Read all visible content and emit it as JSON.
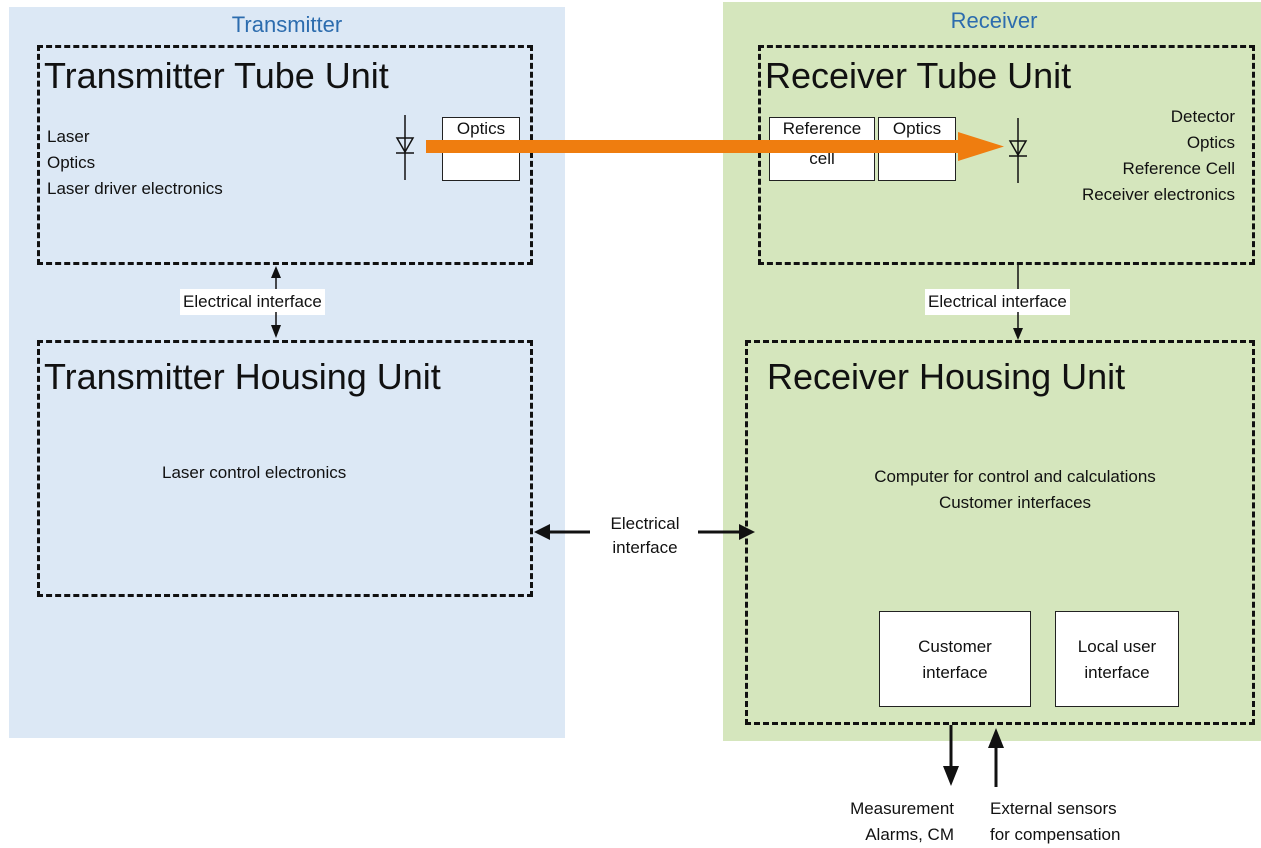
{
  "transmitter": {
    "title": "Transmitter",
    "tube_unit": {
      "title": "Transmitter Tube Unit",
      "components": [
        "Laser",
        "Optics",
        "Laser driver electronics"
      ],
      "optics_box": "Optics"
    },
    "interface_label": "Electrical interface",
    "housing_unit": {
      "title": "Transmitter Housing Unit",
      "components": [
        "Laser control electronics"
      ]
    }
  },
  "middle_interface": {
    "line1": "Electrical",
    "line2": "interface"
  },
  "receiver": {
    "title": "Receiver",
    "tube_unit": {
      "title": "Receiver Tube Unit",
      "components": [
        "Detector",
        "Optics",
        "Reference Cell",
        "Receiver electronics"
      ],
      "reference_box_line1": "Reference",
      "reference_box_line2": "cell",
      "optics_box": "Optics"
    },
    "interface_label": "Electrical interface",
    "housing_unit": {
      "title": "Receiver Housing Unit",
      "components": [
        "Computer for control and calculations",
        "Customer interfaces"
      ],
      "customer_interface_line1": "Customer",
      "customer_interface_line2": "interface",
      "local_ui_line1": "Local user",
      "local_ui_line2": "interface"
    }
  },
  "outputs": {
    "left_line1": "Measurement",
    "left_line2": "Alarms, CM",
    "right_line1": "External sensors",
    "right_line2": "for compensation"
  },
  "colors": {
    "transmitter_bg": "#dce8f5",
    "receiver_bg": "#d5e6bd",
    "title_blue": "#2c6cae",
    "beam_orange": "#ef7d0f"
  }
}
